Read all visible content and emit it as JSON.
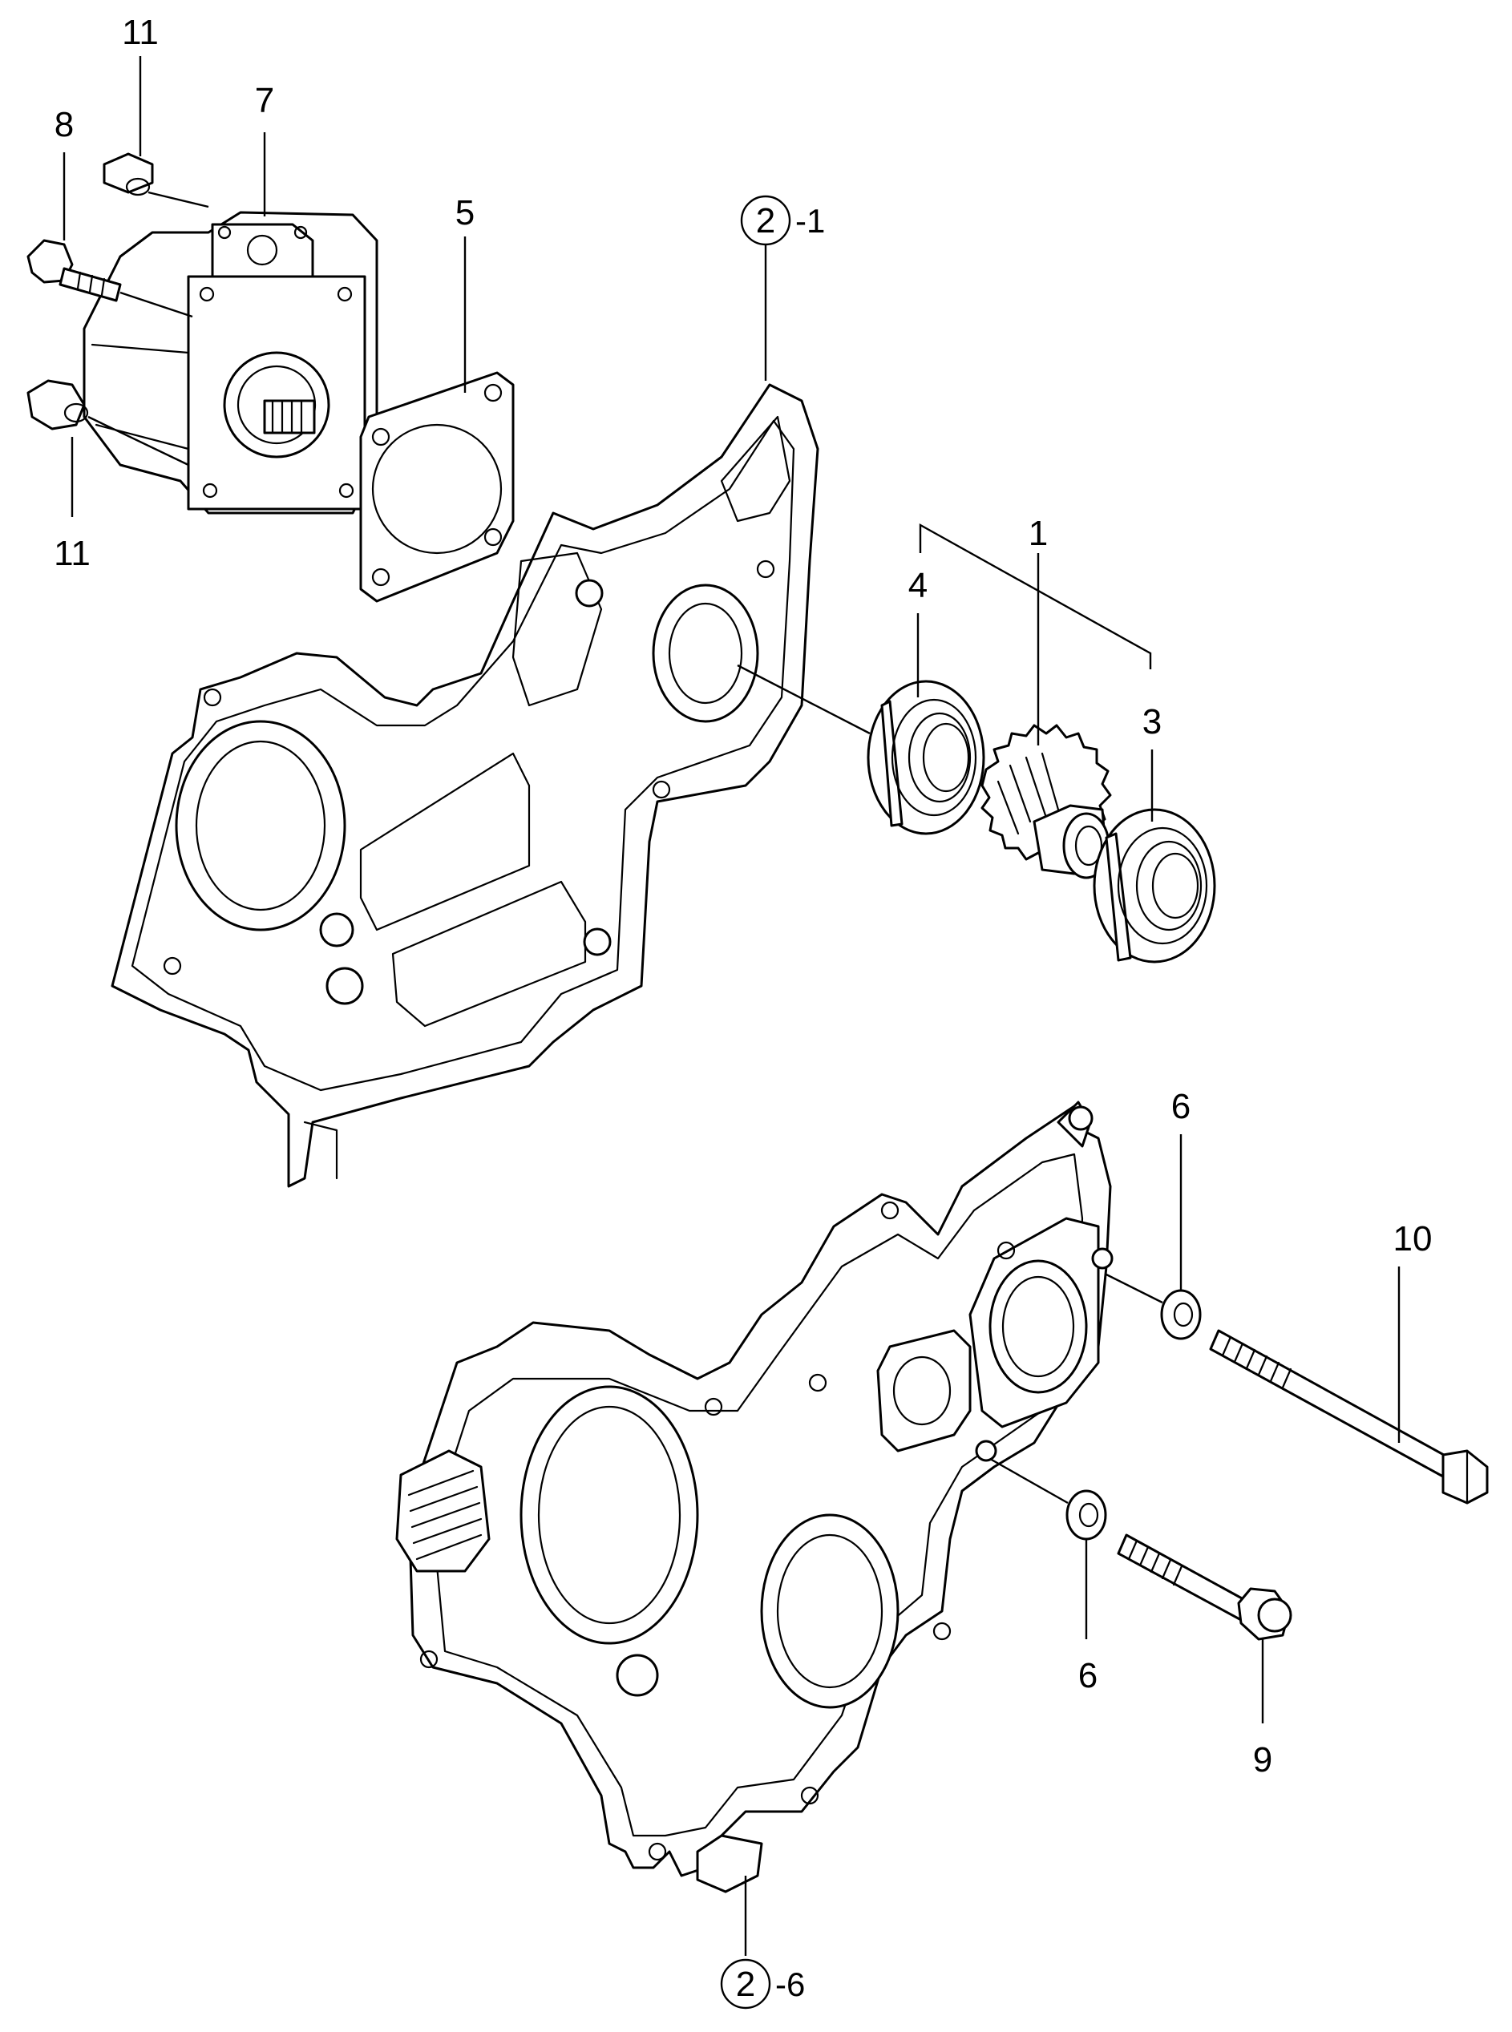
{
  "callouts": {
    "p1": "1",
    "p3": "3",
    "p4": "4",
    "p5": "5",
    "p6a": "6",
    "p6b": "6",
    "p7": "7",
    "p8": "8",
    "p9": "9",
    "p10": "10",
    "p11a": "11",
    "p11b": "11"
  },
  "refs": {
    "upper_circle": "2",
    "upper_suffix": "-1",
    "lower_circle": "2",
    "lower_suffix": "-6"
  }
}
